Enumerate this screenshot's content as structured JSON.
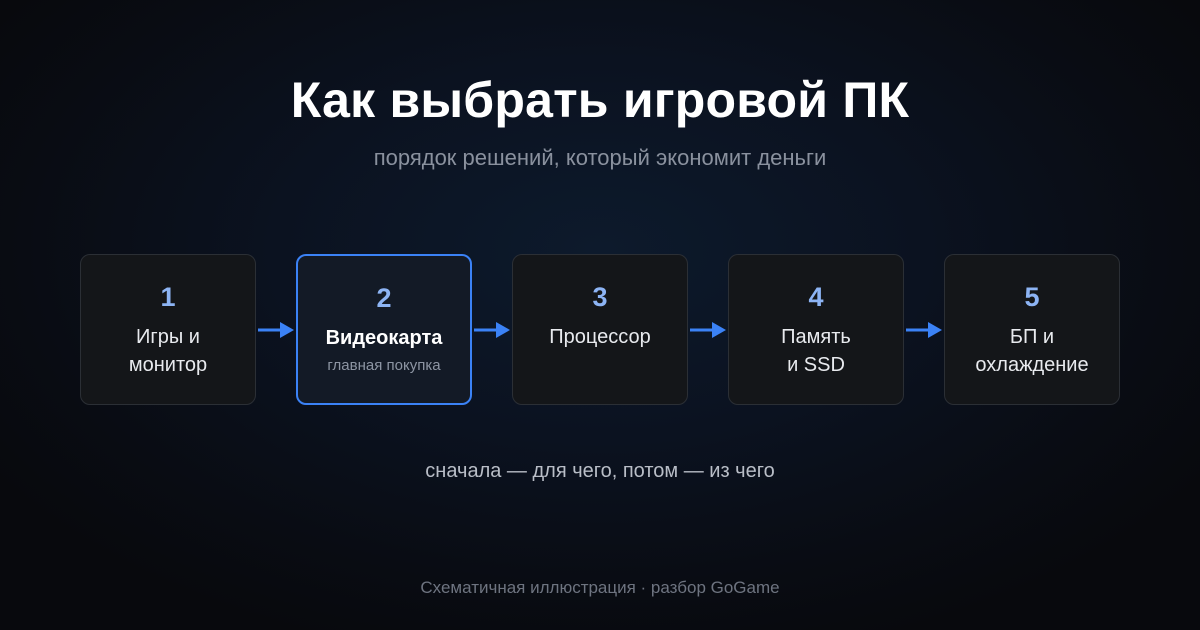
{
  "title": "Как выбрать игровой ПК",
  "subtitle": "порядок решений, который экономит деньги",
  "steps": [
    {
      "number": "1",
      "line1": "Игры и",
      "line2": "монитор",
      "note": ""
    },
    {
      "number": "2",
      "line1": "Видеокарта",
      "line2": "",
      "note": "главная покупка",
      "highlighted": true
    },
    {
      "number": "3",
      "line1": "Процессор",
      "line2": "",
      "note": ""
    },
    {
      "number": "4",
      "line1": "Память",
      "line2": "и SSD",
      "note": ""
    },
    {
      "number": "5",
      "line1": "БП и",
      "line2": "охлаждение",
      "note": ""
    }
  ],
  "caption": "сначала — для чего, потом — из чего",
  "footer": "Схематичная иллюстрация · разбор GoGame",
  "colors": {
    "accent": "#3b82f6",
    "step_number": "#8db4f4",
    "card_background": "#141619",
    "card_border": "#2b2f35"
  },
  "icons": {
    "connector": "arrow-right-icon"
  }
}
